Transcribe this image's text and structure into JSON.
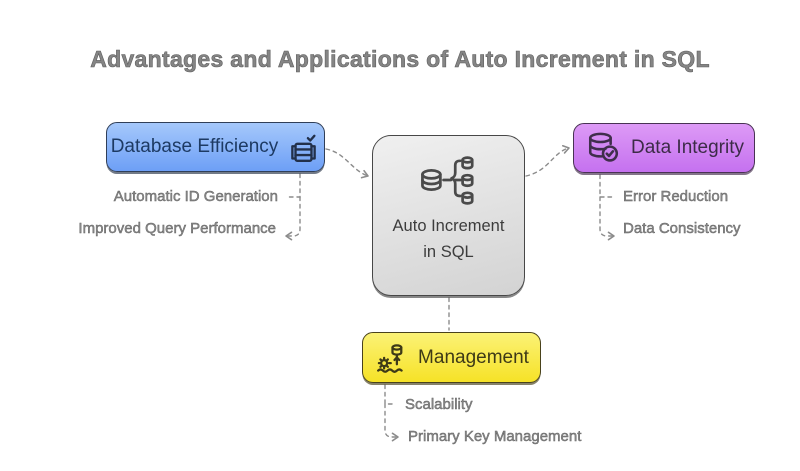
{
  "title": "Advantages and Applications of Auto Increment in SQL",
  "center_node": {
    "label": "Auto Increment in SQL",
    "icon": "database-branch-icon"
  },
  "nodes": {
    "efficiency": {
      "label": "Database Efficiency",
      "icon": "table-check-icon",
      "color_top": "#a5c8fb",
      "color_bottom": "#6d9ff6",
      "border_color": "#303f58",
      "text_color": "#1d3a63",
      "items": [
        "Automatic ID Generation",
        "Improved Query Performance"
      ]
    },
    "integrity": {
      "label": "Data Integrity",
      "icon": "database-check-icon",
      "color_top": "#dd9af6",
      "color_bottom": "#c571ef",
      "border_color": "#493254",
      "text_color": "#3c2b47",
      "items": [
        "Error Reduction",
        "Data Consistency"
      ]
    },
    "management": {
      "label": "Management",
      "icon": "gear-database-icon",
      "color_top": "#fbf276",
      "color_bottom": "#f6e227",
      "border_color": "#49421c",
      "text_color": "#3e3a17",
      "items": [
        "Scalability",
        "Primary Key Management"
      ]
    }
  },
  "center_color_top": "#f0f0f0",
  "center_color_bottom": "#d3d3d3",
  "connector_color": "#8c8c8c",
  "label_color": "#8b8b8b",
  "title_color": "#858585"
}
